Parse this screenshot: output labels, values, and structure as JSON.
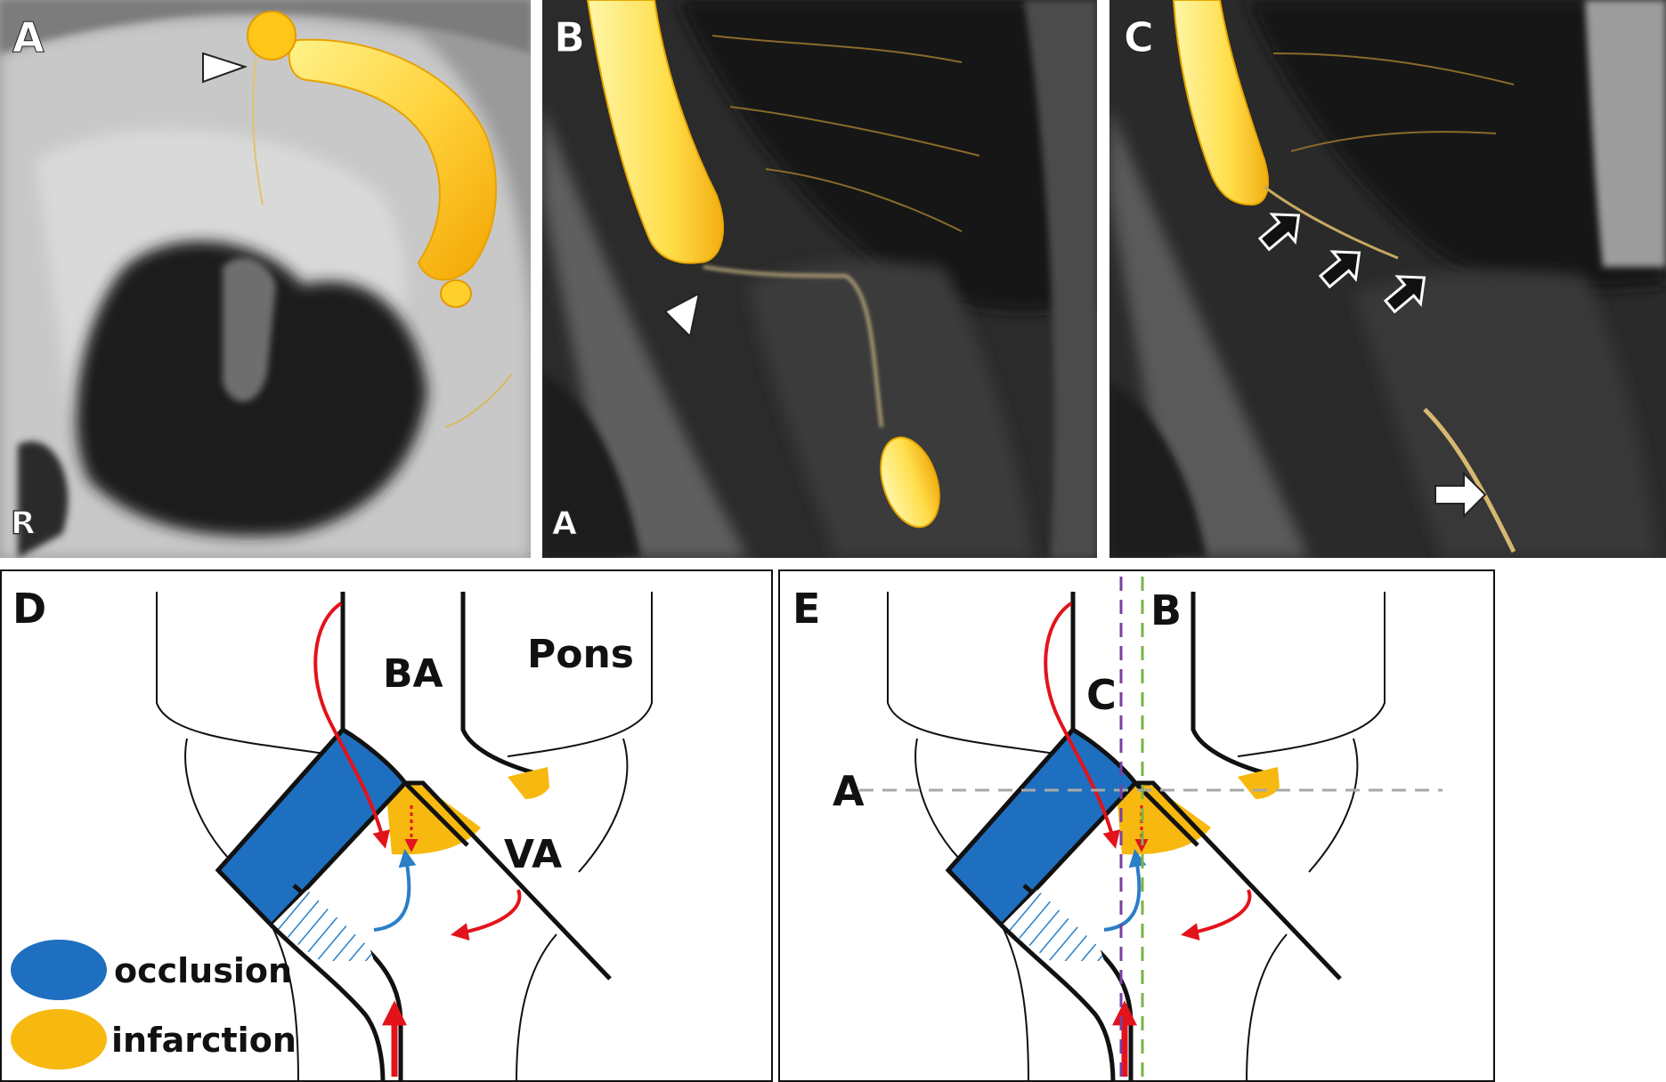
{
  "panels": {
    "A": {
      "letter": "A",
      "corner_label": "R"
    },
    "B": {
      "letter": "B",
      "corner_label": "A"
    },
    "C": {
      "letter": "C"
    },
    "D": {
      "letter": "D",
      "labels": {
        "ba": "BA",
        "pons": "Pons",
        "va": "VA"
      }
    },
    "E": {
      "letter": "E",
      "plane_labels": {
        "a": "A",
        "b": "B",
        "c": "C"
      }
    }
  },
  "legend": [
    {
      "label": "occlusion",
      "color": "#1f6fc0"
    },
    {
      "label": "infarction",
      "color": "#f7b90f"
    }
  ],
  "colors": {
    "occlusion": "#1f6fc0",
    "infarction": "#f7b90f",
    "flow_arrow": "#e3131b",
    "collateral_arrow": "#2a7fc6",
    "plane_a": "#a8a8a8",
    "plane_b": "#7bb349",
    "plane_c": "#7a3fa0",
    "signal": "#ffd23a"
  },
  "markers": {
    "arrowheads": [
      "white-arrowhead",
      "white-arrowhead"
    ],
    "black_arrows": 3,
    "white_arrows": 1
  }
}
